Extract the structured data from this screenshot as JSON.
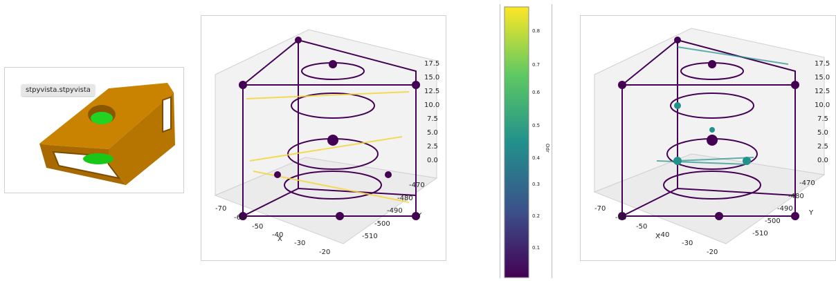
{
  "viewer": {
    "tooltip": "stpyvista.stpyvista",
    "colors": {
      "body": "#c57f00",
      "body_dark": "#8a5700",
      "inner": "#19c719"
    }
  },
  "plot_left": {
    "x_ticks": [
      "-70",
      "-60",
      "-50",
      "-40",
      "-30",
      "-20"
    ],
    "y_ticks": [
      "-470",
      "-480",
      "-490",
      "-500",
      "-510"
    ],
    "z_ticks": [
      "17.5",
      "15.0",
      "12.5",
      "10.0",
      "7.5",
      "5.0",
      "2.5",
      "0.0"
    ],
    "xlabel": "X",
    "ylabel": "Y"
  },
  "plot_right": {
    "x_ticks": [
      "-70",
      "-60",
      "-50",
      "-40",
      "-30",
      "-20"
    ],
    "y_ticks": [
      "-470",
      "-480",
      "-490",
      "-500",
      "-510"
    ],
    "z_ticks": [
      "17.5",
      "15.0",
      "12.5",
      "10.0",
      "7.5",
      "5.0",
      "2.5",
      "0.0"
    ],
    "xlabel": "X",
    "ylabel": "Y"
  },
  "colorbar": {
    "label": "Odr",
    "ticks": [
      "0.8",
      "0.7",
      "0.6",
      "0.5",
      "0.4",
      "0.3",
      "0.2",
      "0.1"
    ],
    "colors": [
      "#440154",
      "#3b528b",
      "#21918c",
      "#5ec962",
      "#fde725"
    ]
  }
}
